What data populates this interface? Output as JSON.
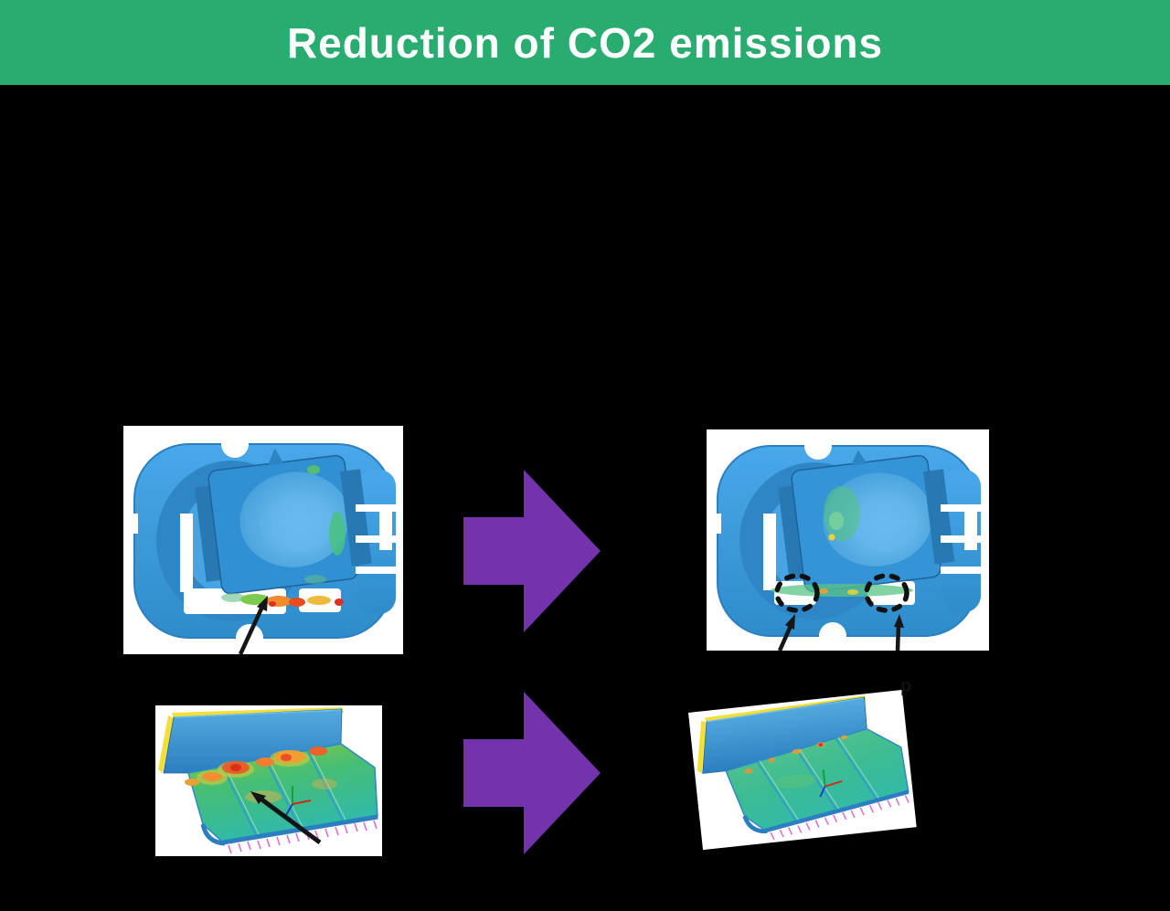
{
  "slide": {
    "title": "Reduction of CO2 emissions",
    "text_fragments": {
      "bottom_right_partial": "p"
    }
  },
  "theme": {
    "background": "#000000",
    "header_bar": "#29AC6F",
    "title_text": "#FFFFFF",
    "transform_arrow": "#7233AD",
    "annotation_arrow": "#141414",
    "heatmap_hot": "#E8512A",
    "heatmap_mid": "#46BE74",
    "heatmap_cool": "#3C9FE2"
  },
  "figures": {
    "top_left": {
      "icon": "mold-simulation-heatmap-before",
      "annotations": [
        "black-arrow"
      ]
    },
    "top_right": {
      "icon": "mold-simulation-heatmap-after",
      "annotations": [
        "dashed-circle",
        "dashed-circle",
        "black-arrow",
        "black-arrow"
      ]
    },
    "bottom_left": {
      "icon": "beam-warpage-heatmap-before",
      "annotations": [
        "black-arrow"
      ]
    },
    "bottom_right": {
      "icon": "beam-warpage-heatmap-after",
      "annotations": []
    }
  },
  "transform_arrows": {
    "count": 2,
    "direction": "right"
  }
}
